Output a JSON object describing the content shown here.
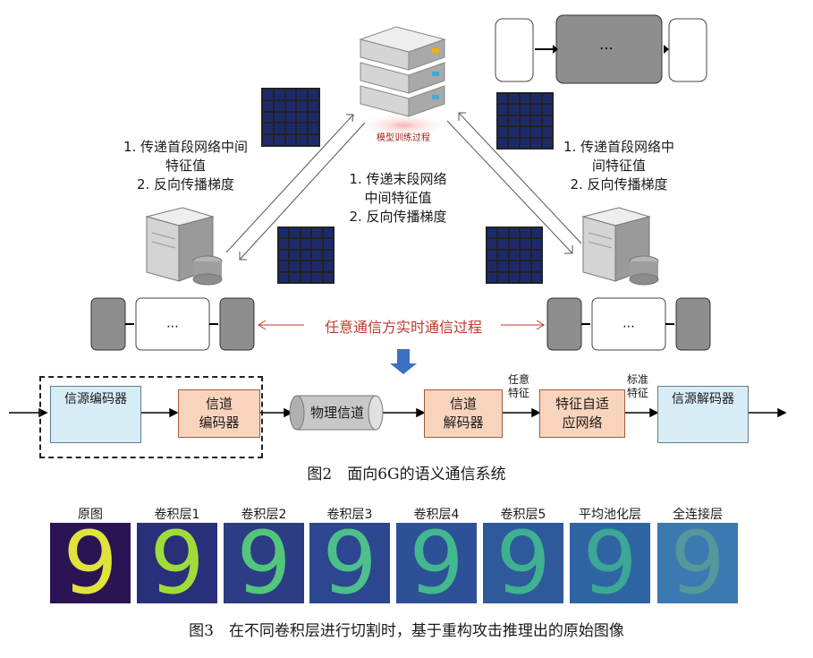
{
  "server_top": {
    "label": "模型训练过程"
  },
  "left_annotation": {
    "lines": [
      "1. 传递首段网络中间",
      "特征值",
      "2. 反向传播梯度"
    ]
  },
  "center_annotation": {
    "lines": [
      "1. 传递末段网络",
      "中间特征值",
      "2. 反向传播梯度"
    ]
  },
  "right_annotation": {
    "lines": [
      "1. 传递首段网络中",
      "间特征值",
      "2. 反向传播梯度"
    ]
  },
  "realtime_label": "任意通信方实时通信过程",
  "pipeline": {
    "source_encoder": "信源编码器",
    "channel_encoder": [
      "信道",
      "编码器"
    ],
    "physical_channel": "物理信道",
    "channel_decoder": [
      "信道",
      "解码器"
    ],
    "any_feature": [
      "任意",
      "特征"
    ],
    "feature_adapter": [
      "特征自适",
      "应网络"
    ],
    "standard_feature": [
      "标准",
      "特征"
    ],
    "source_decoder": "信源解码器"
  },
  "figure2_caption": "图2　面向6G的语义通信系统",
  "figure3": {
    "labels": [
      "原图",
      "卷积层1",
      "卷积层2",
      "卷积层3",
      "卷积层4",
      "卷积层5",
      "平均池化层",
      "全连接层"
    ],
    "digit": "9",
    "caption": "图3　在不同卷积层进行切割时，基于重构攻击推理出的原始图像"
  },
  "colors": {
    "node_orange": "#f5a623",
    "panel_gray": "#8e8e8e",
    "arrow_blue": "#3b6fc2",
    "realtime_red": "#c0392b",
    "box_blue": "#d7ecf4",
    "box_peach": "#f9d4bd"
  }
}
